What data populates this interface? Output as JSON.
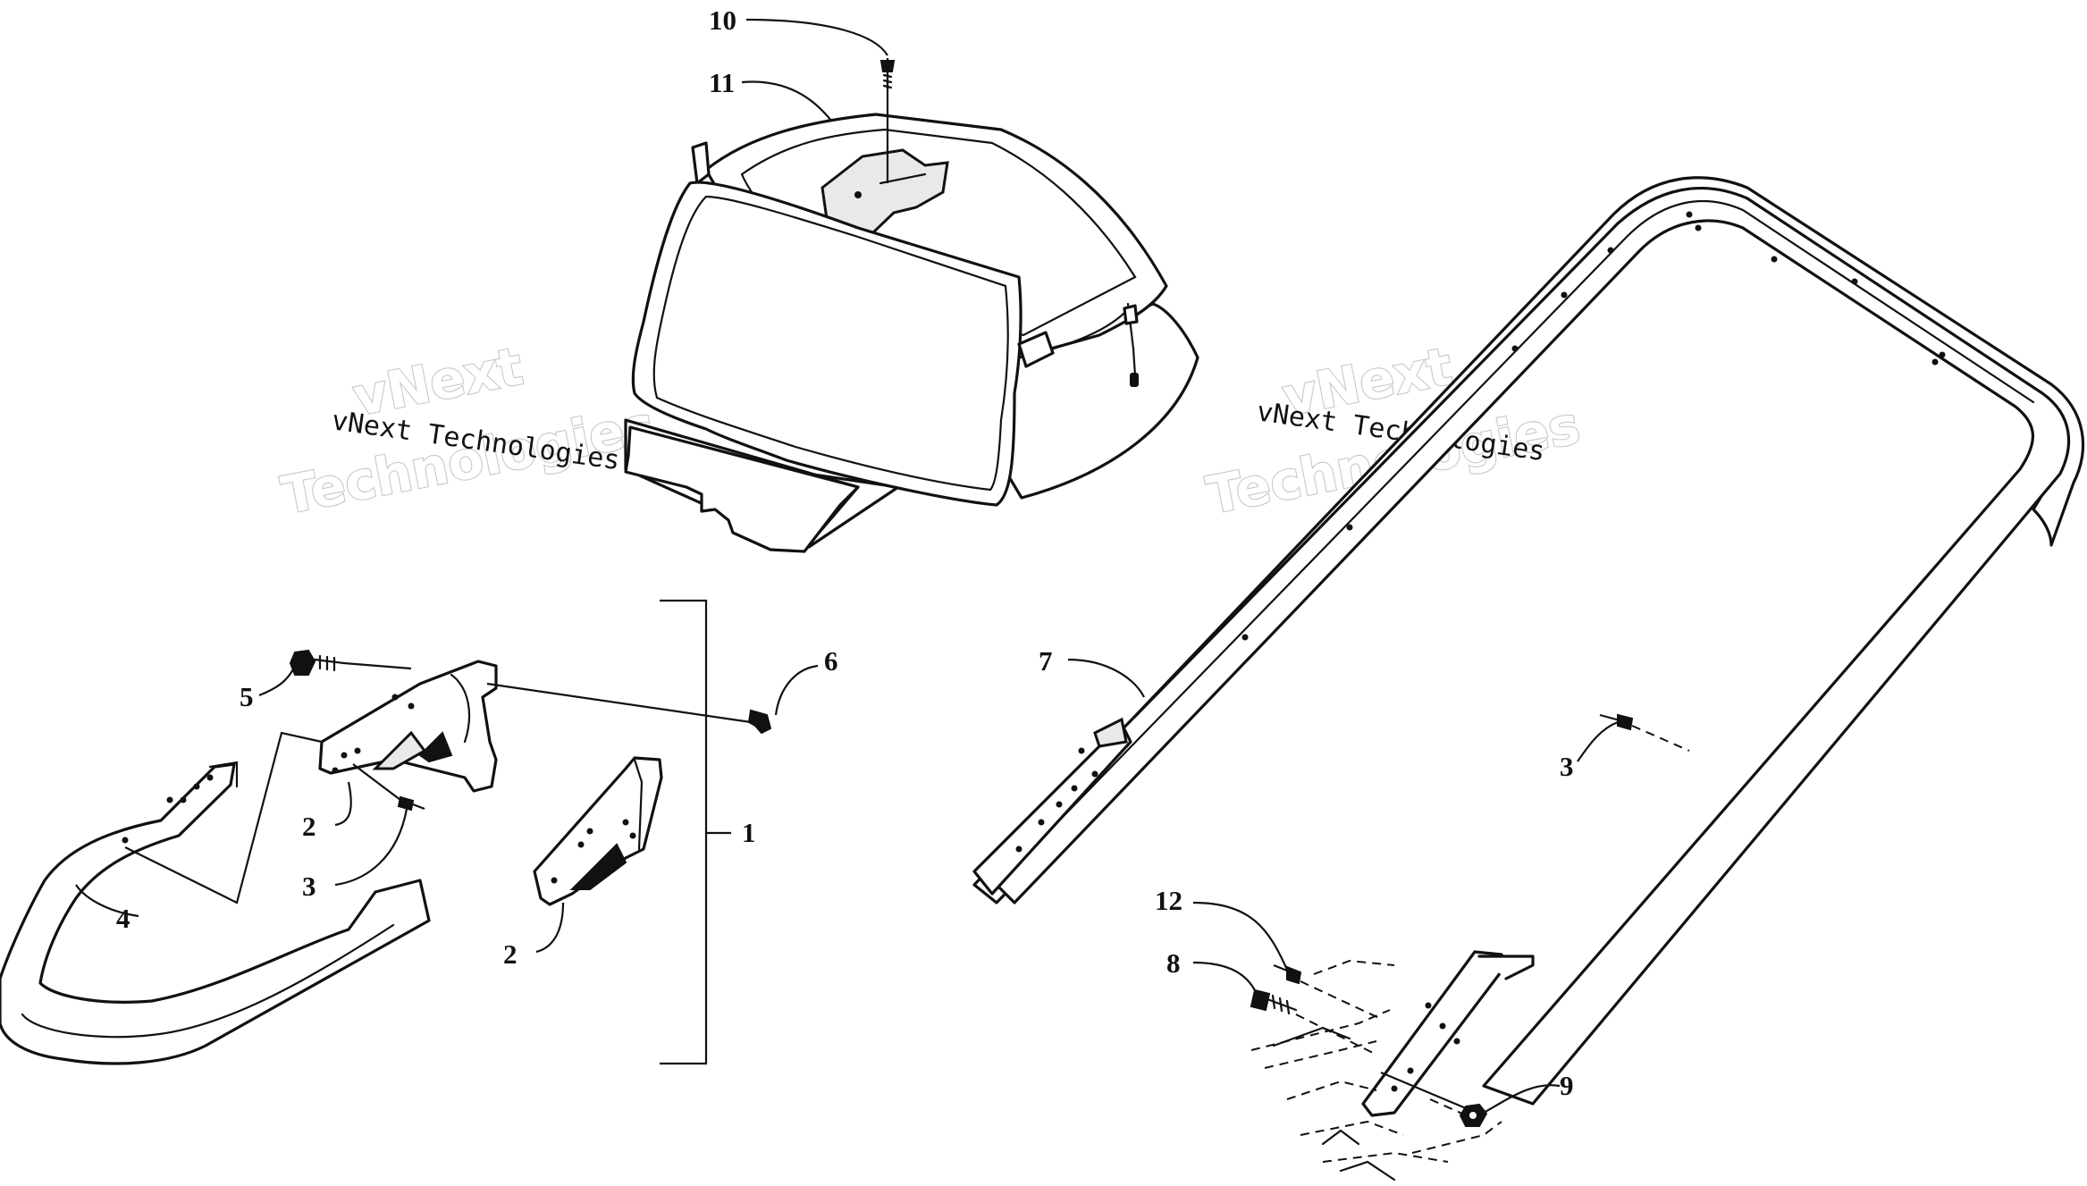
{
  "watermarks": [
    {
      "line1": "vNext Technologies",
      "line2a": "vNext",
      "line2b": "Technologies"
    },
    {
      "line1": "vNext Technologies",
      "line2a": "vNext",
      "line2b": "Technologies"
    }
  ],
  "callouts": {
    "c1": "1",
    "c2a": "2",
    "c2b": "2",
    "c3a": "3",
    "c3b": "3",
    "c4": "4",
    "c5": "5",
    "c6": "6",
    "c7": "7",
    "c8": "8",
    "c9": "9",
    "c10": "10",
    "c11": "11",
    "c12": "12"
  },
  "parts": [
    {
      "ref": "1",
      "name": "bumper-bracket-kit"
    },
    {
      "ref": "2",
      "name": "bracket"
    },
    {
      "ref": "3",
      "name": "rivet"
    },
    {
      "ref": "4",
      "name": "front-bumper"
    },
    {
      "ref": "5",
      "name": "bolt"
    },
    {
      "ref": "6",
      "name": "clip"
    },
    {
      "ref": "7",
      "name": "rear-grab-bar"
    },
    {
      "ref": "8",
      "name": "bolt"
    },
    {
      "ref": "9",
      "name": "nut"
    },
    {
      "ref": "10",
      "name": "screw"
    },
    {
      "ref": "11",
      "name": "storage-bag"
    },
    {
      "ref": "12",
      "name": "rivet"
    }
  ],
  "colors": {
    "ink": "#111111",
    "paper": "#ffffff",
    "watermark_outline": "#c8c8c8"
  }
}
